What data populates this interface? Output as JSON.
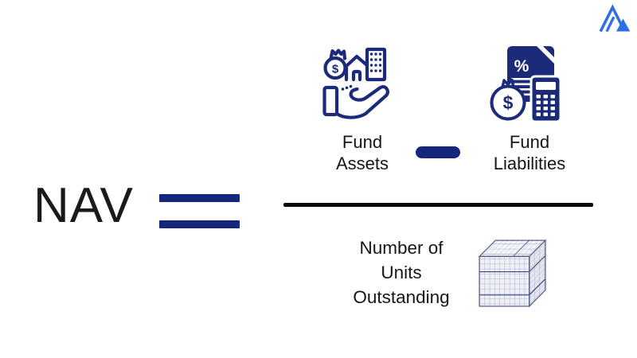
{
  "page": {
    "background": "#ffffff"
  },
  "brand": {
    "logo_icon": "mountain-peaks-logo"
  },
  "formula": {
    "result_label": "NAV",
    "equals_icon": "double-bar-equals-icon",
    "minus_icon": "rounded-minus-bar-icon",
    "fraction_bar_icon": "fraction-divider-line",
    "numerator": {
      "assets": {
        "icon": "hand-holding-assets-icon",
        "label": "Fund Assets"
      },
      "liabilities": {
        "icon": "document-calculator-money-bag-icon",
        "label": "Fund Liabilities"
      }
    },
    "denominator": {
      "icon": "unit-cube-grid-icon",
      "label": "Number of Units Outstanding"
    }
  },
  "icon_glyphs": {
    "assets_currency_symbol": "$",
    "liabilities_percent_symbol": "%",
    "liabilities_currency_symbol": "$"
  },
  "colors": {
    "bg": "#ffffff",
    "icon_navy": "#1b2a79",
    "accent_navy": "#14277c",
    "text_black": "#1a1a1a",
    "line_black": "#0b0b0b",
    "logo_blue": "#2f6fe6"
  }
}
